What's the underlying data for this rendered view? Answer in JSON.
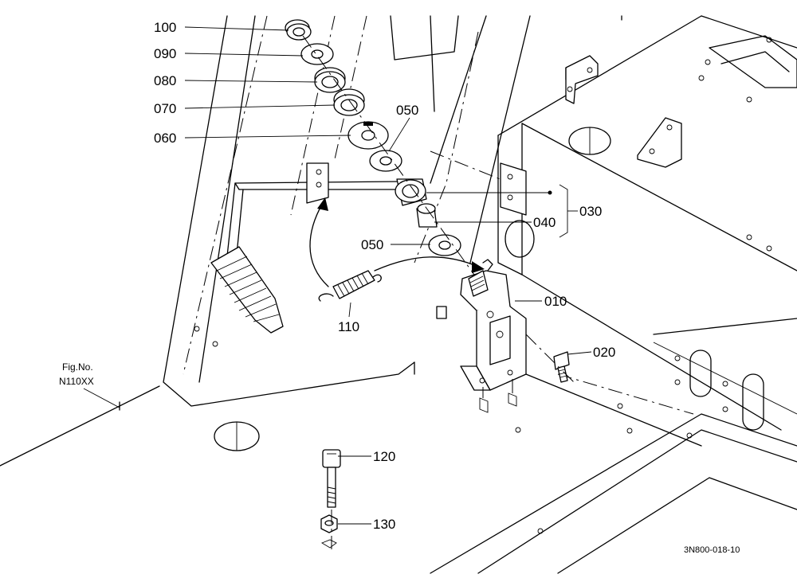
{
  "figure": {
    "fig_no_label": "Fig.No.",
    "fig_no_value": "N110XX",
    "drawing_code": "3N800-018-10"
  },
  "callouts": [
    {
      "id": "100",
      "text": "100"
    },
    {
      "id": "090",
      "text": "090"
    },
    {
      "id": "080",
      "text": "080"
    },
    {
      "id": "070",
      "text": "070"
    },
    {
      "id": "060",
      "text": "060"
    },
    {
      "id": "050a",
      "text": "050"
    },
    {
      "id": "030",
      "text": "030"
    },
    {
      "id": "040",
      "text": "040"
    },
    {
      "id": "050b",
      "text": "050"
    },
    {
      "id": "010",
      "text": "010"
    },
    {
      "id": "110",
      "text": "110"
    },
    {
      "id": "020",
      "text": "020"
    },
    {
      "id": "120",
      "text": "120"
    },
    {
      "id": "130",
      "text": "130"
    }
  ]
}
